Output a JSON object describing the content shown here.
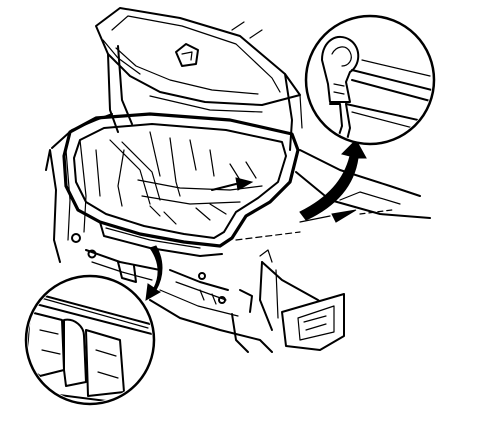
{
  "figure": {
    "colors": {
      "line": "#000000",
      "background": "#ffffff"
    },
    "callouts": [
      {
        "id": "upper-right",
        "icon": "seal-cross-section-icon"
      },
      {
        "id": "lower-left",
        "icon": "seal-joint-detail-icon"
      }
    ],
    "arrows": [
      {
        "id": "to-upper-right-callout",
        "icon": "curved-arrow-icon"
      },
      {
        "id": "to-lower-left-callout",
        "icon": "curved-arrow-icon"
      },
      {
        "id": "front-direction-arrow",
        "icon": "straight-arrow-icon"
      },
      {
        "id": "trunk-interior-arrow",
        "icon": "straight-arrow-icon"
      }
    ]
  }
}
